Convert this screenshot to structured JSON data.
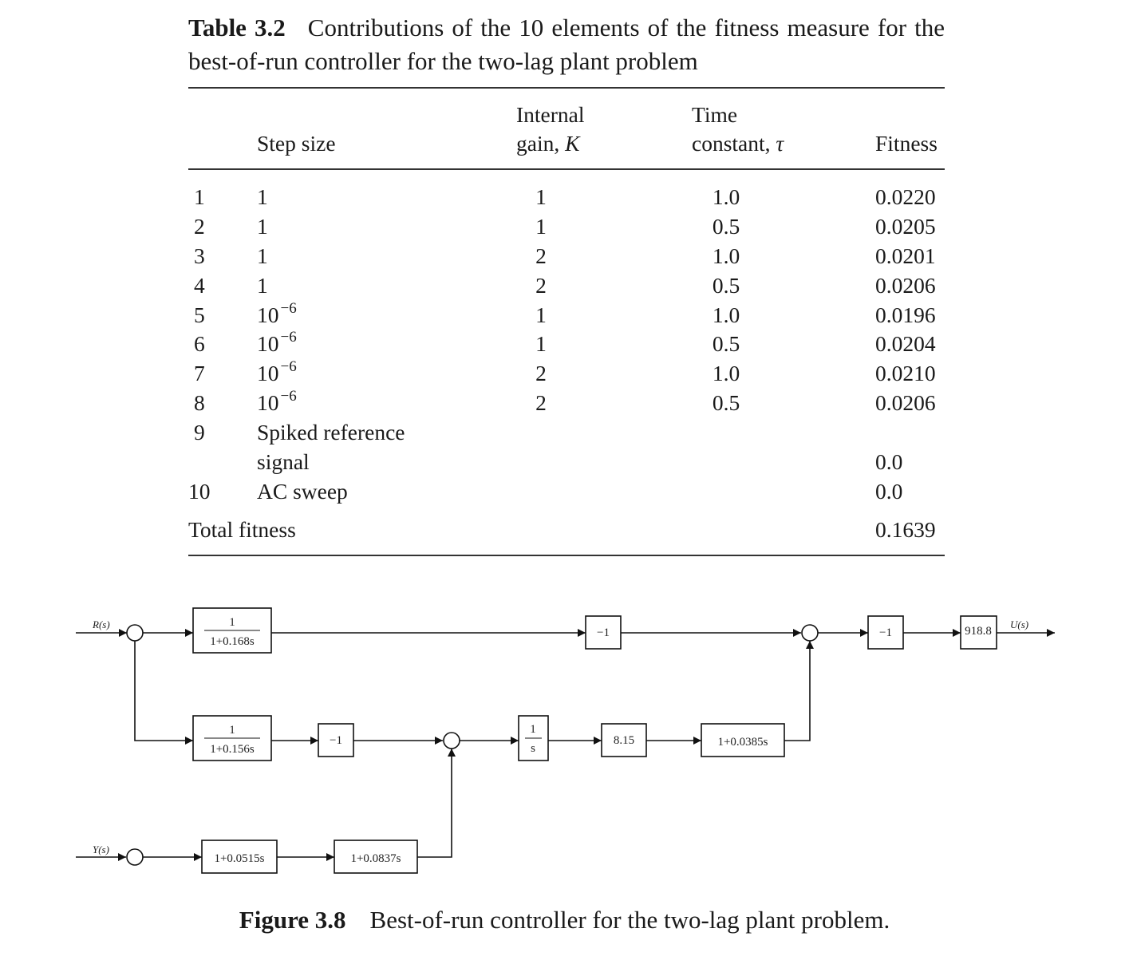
{
  "table": {
    "label": "Table 3.2",
    "caption": "Contributions of the 10 elements of the fitness measure for the best-of-run controller for the two-lag plant problem",
    "headers": {
      "step_size": "Step size",
      "gain_line1": "Internal",
      "gain_line2": "gain,",
      "gain_symbol": "K",
      "time_line1": "Time",
      "time_line2": "constant,",
      "time_symbol": "τ",
      "fitness": "Fitness"
    },
    "rows": [
      {
        "index": "1",
        "step": "1",
        "step_exp": "",
        "gain": "1",
        "tau": "1.0",
        "fitness": "0.0220"
      },
      {
        "index": "2",
        "step": "1",
        "step_exp": "",
        "gain": "1",
        "tau": "0.5",
        "fitness": "0.0205"
      },
      {
        "index": "3",
        "step": "1",
        "step_exp": "",
        "gain": "2",
        "tau": "1.0",
        "fitness": "0.0201"
      },
      {
        "index": "4",
        "step": "1",
        "step_exp": "",
        "gain": "2",
        "tau": "0.5",
        "fitness": "0.0206"
      },
      {
        "index": "5",
        "step": "10",
        "step_exp": "−6",
        "gain": "1",
        "tau": "1.0",
        "fitness": "0.0196"
      },
      {
        "index": "6",
        "step": "10",
        "step_exp": "−6",
        "gain": "1",
        "tau": "0.5",
        "fitness": "0.0204"
      },
      {
        "index": "7",
        "step": "10",
        "step_exp": "−6",
        "gain": "2",
        "tau": "1.0",
        "fitness": "0.0210"
      },
      {
        "index": "8",
        "step": "10",
        "step_exp": "−6",
        "gain": "2",
        "tau": "0.5",
        "fitness": "0.0206"
      }
    ],
    "row9": {
      "index": "9",
      "line1": "Spiked reference",
      "line2": "signal",
      "fitness": "0.0"
    },
    "row10": {
      "index": "10",
      "step": "AC sweep",
      "fitness": "0.0"
    },
    "total": {
      "label": "Total fitness",
      "value": "0.1639"
    }
  },
  "figure": {
    "label": "Figure 3.8",
    "caption": "Best-of-run controller for the two-lag plant problem.",
    "signals": {
      "r": "R(s)",
      "y": "Y(s)",
      "u": "U(s)"
    },
    "blocks": {
      "lag1_num": "1",
      "lag1_den": "1+0.168s",
      "lag2_num": "1",
      "lag2_den": "1+0.156s",
      "neg_top": "−1",
      "neg_mid": "−1",
      "neg_out": "−1",
      "integrator_num": "1",
      "integrator_den": "s",
      "gain": "8.15",
      "lead_mid": "1+0.0385s",
      "lead_y1": "1+0.0515s",
      "lead_y2": "1+0.0837s",
      "out_gain": "918.8"
    }
  }
}
